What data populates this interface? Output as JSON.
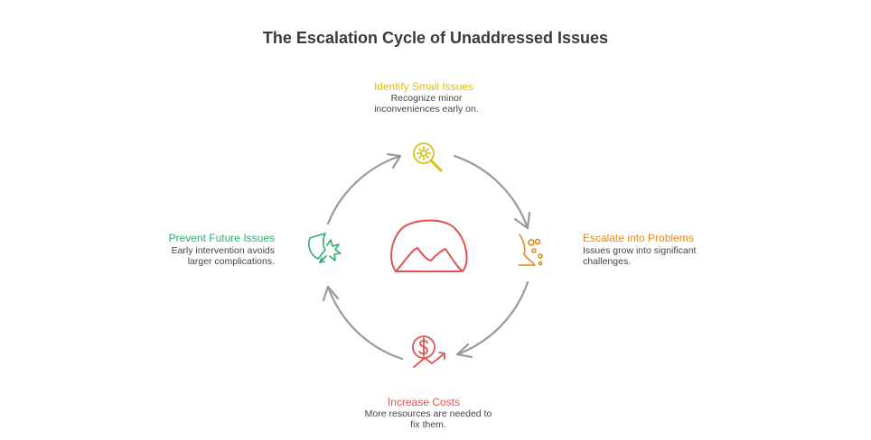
{
  "title": "The Escalation Cycle of Unaddressed Issues",
  "steps": [
    {
      "name": "Identify Small Issues",
      "desc": "Recognize minor inconveniences early on.",
      "color": "#d4c313",
      "icon": "magnifier-gear-icon"
    },
    {
      "name": "Escalate into Problems",
      "desc": "Issues grow into significant challenges.",
      "color": "#e08a1e",
      "icon": "falling-rocks-icon"
    },
    {
      "name": "Increase Costs",
      "desc": "More resources are needed to fix them.",
      "color": "#e05252",
      "icon": "dollar-trend-icon"
    },
    {
      "name": "Prevent Future Issues",
      "desc": "Early intervention avoids larger complications.",
      "color": "#2fae6f",
      "icon": "shield-burst-icon"
    }
  ],
  "center_icon": {
    "name": "mountain-dome-icon",
    "color": "#e05252"
  },
  "arrow_color": "#9a9a9a"
}
